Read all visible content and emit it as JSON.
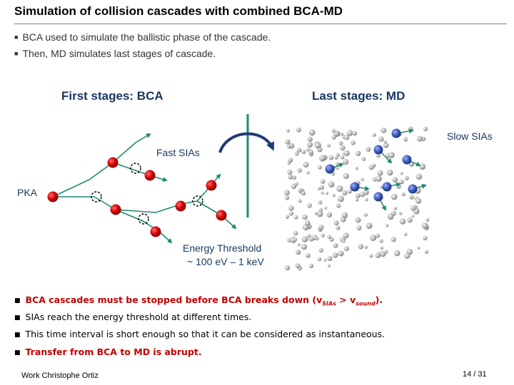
{
  "title": "Simulation of collision cascades with combined BCA-MD",
  "intro_bullets": [
    "BCA used to simulate the ballistic phase of the cascade.",
    "Then, MD simulates last stages of cascade."
  ],
  "figure": {
    "first_stage": "First stages: BCA",
    "last_stage": "Last stages: MD",
    "fast_sias": "Fast SIAs",
    "pka": "PKA",
    "slow_sias": "Slow SIAs",
    "threshold_line1": "Energy Threshold",
    "threshold_line2": "~ 100 eV – 1 keV",
    "colors": {
      "atom": "#d40000",
      "arrow": "#1f8a70",
      "md_atom": "#9a9a9a",
      "sia": "#3b58b8",
      "label": "#17375e"
    }
  },
  "bullets": {
    "b1_part1": "BCA cascades must be stopped before BCA breaks down (",
    "b1_v1": "v",
    "b1_sub1": "SIAs",
    "b1_gt": " > ",
    "b1_v2": "v",
    "b1_sub2": "sound",
    "b1_part2": ").",
    "b2": "SIAs reach the energy threshold at different times.",
    "b3": "This time interval is short enough so that it can be considered as instantaneous.",
    "b4": "Transfer from BCA to MD is abrupt."
  },
  "footer": {
    "author": "Work Christophe Ortiz",
    "page": "14 / 31"
  }
}
